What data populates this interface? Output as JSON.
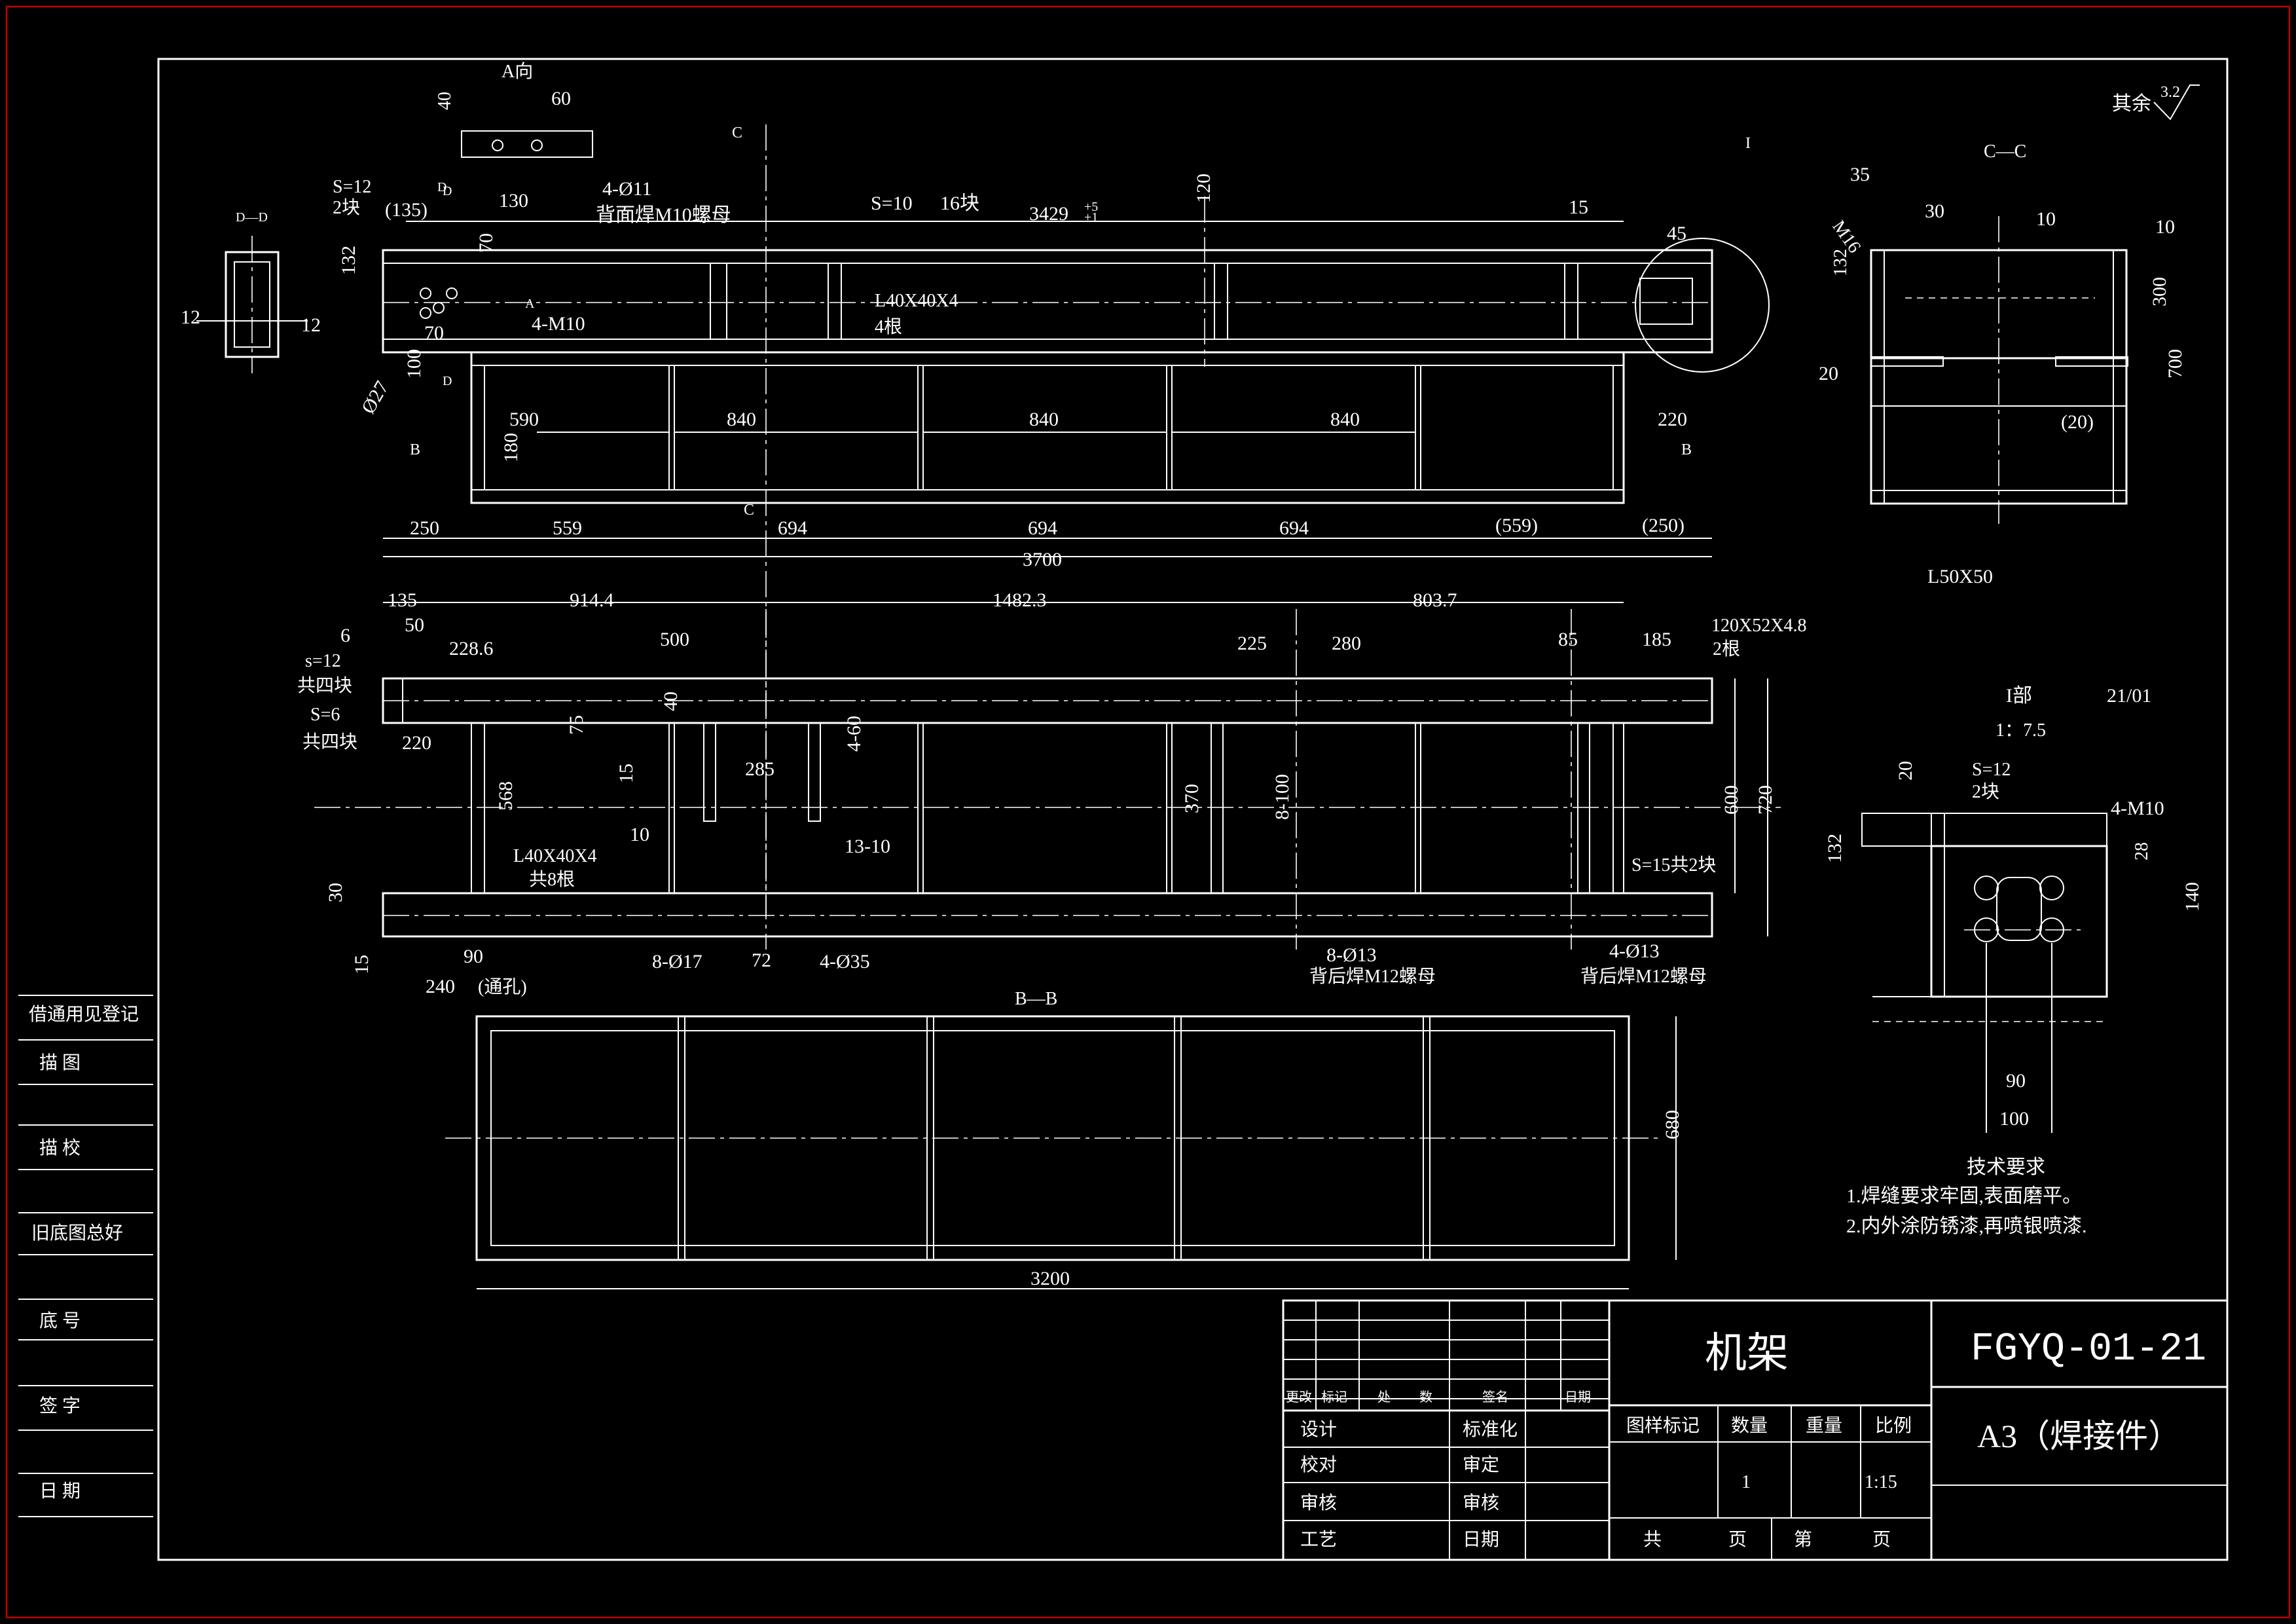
{
  "sidebar": {
    "rows": [
      "借通用见登记",
      "描    图",
      "描    校",
      "旧底图总好",
      "底    号",
      "签    字",
      "日    期"
    ]
  },
  "roughness": {
    "label": "其余",
    "value": "3.2"
  },
  "top_view": {
    "dims": [
      "40",
      "A向",
      "60",
      "130",
      "4-Ø11",
      "背面焊M10螺母",
      "D",
      "D",
      "S=12",
      "2块",
      "(135)",
      "S=10",
      "16块",
      "3429",
      "+5",
      "+1",
      "120",
      "15",
      "45",
      "I",
      "132",
      "70",
      "A",
      "4-M10",
      "70",
      "100",
      "Ø27",
      "D",
      "L40X40X4",
      "4根",
      "590",
      "840",
      "840",
      "840",
      "220",
      "B",
      "B",
      "180",
      "C",
      "C",
      "250",
      "559",
      "694",
      "694",
      "694",
      "(559)",
      "(250)",
      "3700"
    ]
  },
  "dd_view": {
    "title": "D—D",
    "left": "12",
    "right": "12"
  },
  "cc_view": {
    "title": "C—C",
    "dims": [
      "35",
      "30",
      "10",
      "10",
      "M16",
      "132",
      "300",
      "700",
      "20",
      "(20)",
      "L50X50"
    ]
  },
  "plan_view": {
    "dims": [
      "135",
      "914.4",
      "1482.3",
      "803.7",
      "6",
      "50",
      "228.6",
      "500",
      "225",
      "280",
      "85",
      "185",
      "120X52X4.8",
      "2根",
      "s=12",
      "共四块",
      "S=6",
      "共四块",
      "220",
      "75",
      "40",
      "4-60",
      "285",
      "15",
      "568",
      "370",
      "8-100",
      "600",
      "720",
      "10",
      "13-10",
      "L40X40X4",
      "共8根",
      "S=15共2块",
      "30",
      "15",
      "90",
      "8-Ø17",
      "72",
      "4-Ø35",
      "8-Ø13",
      "背后焊M12螺母",
      "4-Ø13",
      "背后焊M12螺母",
      "240",
      "(通孔)"
    ]
  },
  "bb_view": {
    "title": "B—B",
    "height": "680",
    "length": "3200"
  },
  "detail_i": {
    "title": "I部",
    "scale": "1：7.5",
    "ref": "21/01",
    "dims": [
      "20",
      "S=12",
      "2块",
      "4-M10",
      "132",
      "28",
      "140",
      "90",
      "100"
    ]
  },
  "tech": {
    "title": "技术要求",
    "items": [
      "1.焊缝要求牢固,表面磨平。",
      "2.内外涂防锈漆,再喷银喷漆."
    ]
  },
  "title_block": {
    "rev_headers": [
      "更改",
      "标记",
      "处",
      "数",
      "签名",
      "日期"
    ],
    "left_rows": [
      [
        "设计",
        "标准化"
      ],
      [
        "校对",
        "审定"
      ],
      [
        "审核",
        "审核"
      ],
      [
        "工艺",
        "日期"
      ]
    ],
    "part_name": "机架",
    "drawing_no": "FGYQ-01-21",
    "size_type": "A3（焊接件）",
    "col_headers": [
      "图样标记",
      "数量",
      "重量",
      "比例"
    ],
    "qty": "1",
    "scale": "1:15",
    "sheets": [
      "共",
      "页",
      "第",
      "页"
    ]
  }
}
